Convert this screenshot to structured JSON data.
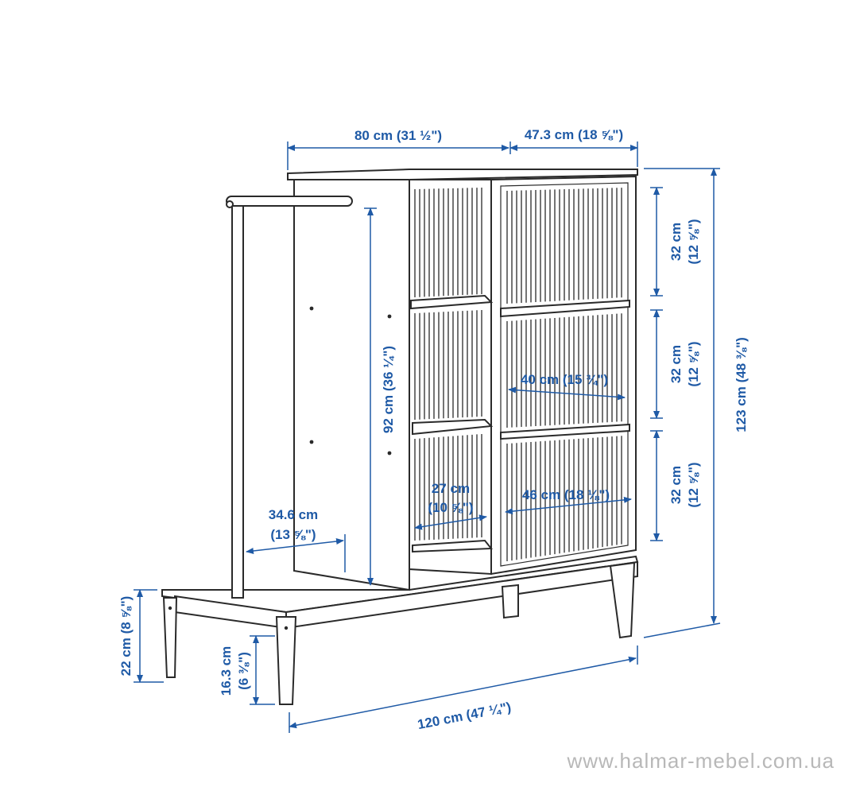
{
  "dimensions": {
    "width_cabinet": "80 cm (31 ½\")",
    "depth": "47.3 cm (18 ⅝\")",
    "height_total": "123 cm (48 ⅜\")",
    "height_inner": "92 cm (36 ¼\")",
    "shelf_1": [
      "32 cm",
      "(12 ⅝\")"
    ],
    "shelf_2": [
      "32 cm",
      "(12 ⅝\")"
    ],
    "shelf_3": [
      "32 cm",
      "(12 ⅝\")"
    ],
    "inner_width_top": "40 cm (15 ¾\")",
    "inner_width_bottom": "46 cm (18 ⅛\")",
    "side_width": [
      "27 cm",
      "(10 ⅝\")"
    ],
    "open_space_depth": [
      "34.6 cm",
      "(13 ⅝\")"
    ],
    "base_height": "22 cm (8 ⅝\")",
    "leg_height": [
      "16.3 cm",
      "(6 ⅜\")"
    ],
    "width_total": "120 cm (47 ¼\")"
  },
  "watermark": "www.halmar-mebel.com.ua"
}
